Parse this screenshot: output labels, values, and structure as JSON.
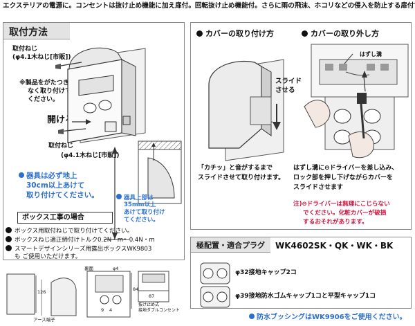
{
  "header": {
    "text": "エクステリアの電源に。コンセントは抜け止め機能に加え扉付。回転抜け止め機能付。さらに雨の飛沫、ホコリなどの侵入を防止する扉付です。"
  },
  "install": {
    "title": "取付方法",
    "screw_top_1": "取付ねじ",
    "screw_top_2": "(φ4.1木ねじ[市販])",
    "note_1": "※製品をがたつき",
    "note_2": "なく取り付けて",
    "note_3": "ください。",
    "open_label": "開ける",
    "screw_bottom_1": "取付ねじ",
    "screw_bottom_2": "(φ4.1木ねじ[市販])",
    "height_note_1": "器具は必ず地上",
    "height_note_2": "30cm以上あけて",
    "height_note_3": "取り付けてください。",
    "gap_note_1": "器具上部は",
    "gap_note_2": "35mm以上",
    "gap_note_3": "あけて取り付け",
    "gap_note_4": "てください。"
  },
  "box_work": {
    "title": "ボックス工事の場合",
    "items": [
      "ボックス用取付ねじで取り付けてください。",
      "ボックスねじ適正締付けトルク0.2N・m～0.4N・m",
      "スマートデザインシリーズ用露出ボックスWK9803",
      "も ご使用いただけます。"
    ]
  },
  "cover": {
    "attach_title": "カバーの取り付け方",
    "remove_title": "カバーの取り外し方",
    "slide_1": "スライド",
    "slide_2": "させる",
    "groove_label": "はずし溝",
    "attach_desc_1": "「カチッ」と音がするまで",
    "attach_desc_2": "スライドさせて取り付けます。",
    "remove_desc_1": "はずし溝に⊖ドライバーを差し込み、",
    "remove_desc_2": "ロック部を押し下げながらカバーを",
    "remove_desc_3": "スライドさせます",
    "warn_1": "注)⊖ドライバーは無理にこじらない",
    "warn_2": "でください。化粧カバーが破損",
    "warn_3": "するおそれがあります。"
  },
  "fitting": {
    "tag": "極配置・適合プラグ",
    "model": "WK4602SK・QK・WK・BK",
    "item_1": "φ32接地キャップ2コ",
    "item_2": "φ39接地防水ゴムキャップ1コと平型キャップ1コ"
  },
  "drawing": {
    "back_label": "裏面",
    "phi_label": "φ4",
    "dim_126": "126",
    "dim_84": "84",
    "dim_87": "87",
    "dim_9": "9",
    "dim_4": "4",
    "earth_terminal": "アース端子",
    "outlet_1": "抜け止め式",
    "outlet_2": "接地ダブルコンセント"
  },
  "footer": {
    "note": "防水ブッシングはWK9906をご使用ください。"
  },
  "colors": {
    "accent_blue": "#2c6fd0",
    "warning_red": "#d0143c",
    "panel_grey": "#e6e6e6"
  }
}
